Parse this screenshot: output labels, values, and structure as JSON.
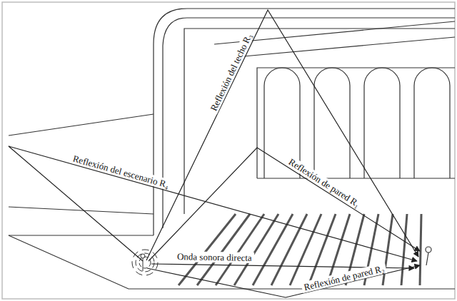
{
  "diagram": {
    "labels": [
      "Reflexión del techo R₃",
      "Reflexión del escenario R₄",
      "Reflexión de pared R₁",
      "Onda sonora directa",
      "Reflexión de pared R₂"
    ]
  }
}
